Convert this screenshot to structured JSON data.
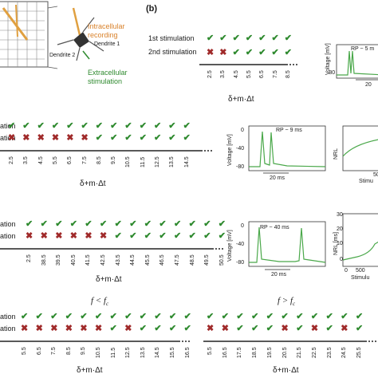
{
  "panel_b_label": "(b)",
  "schematic": {
    "intracellular": "Intracellular\nrecording",
    "dendrite1": "Dendrite 1",
    "dendrite2": "Dendrite 2",
    "extracellular": "Extracellular\nstimulation"
  },
  "rows_b": {
    "first": "1st stimulation",
    "second": "2nd stimulation"
  },
  "row_labels_cut": {
    "first": "ation",
    "second": "ation"
  },
  "f_less": "f < f",
  "f_less_sub": "c",
  "f_greater": "f > f",
  "f_greater_sub": "c",
  "axis_caption": "δ+m·Δt",
  "colors": {
    "check": "#2f8a2f",
    "cross": "#a02a2a",
    "trace": "#4aa84a",
    "orange": "#d9822b"
  },
  "check_rows": [
    {
      "id": "b",
      "ticks": [
        "2.5",
        "3.5",
        "4.5",
        "5.5",
        "6.5",
        "7.5",
        "8.5"
      ],
      "first": [
        1,
        1,
        1,
        1,
        1,
        1,
        1
      ],
      "second": [
        0,
        0,
        1,
        1,
        1,
        1,
        1
      ]
    },
    {
      "id": "c",
      "ticks": [
        "2.5",
        "3.5",
        "4.5",
        "5.5",
        "6.5",
        "7.5",
        "8.5",
        "9.5",
        "10.5",
        "11.5",
        "12.5",
        "13.5",
        "14.5"
      ],
      "first": [
        1,
        1,
        1,
        1,
        1,
        1,
        1,
        1,
        1,
        1,
        1,
        1,
        1
      ],
      "second": [
        0,
        0,
        0,
        0,
        0,
        0,
        1,
        1,
        1,
        1,
        1,
        1,
        1
      ]
    },
    {
      "id": "d",
      "ticks": [
        "2.5",
        "38.5",
        "39.5",
        "40.5",
        "41.5",
        "42.5",
        "43.5",
        "44.5",
        "45.5",
        "46.5",
        "47.5",
        "48.5",
        "49.5",
        "50.5"
      ],
      "first": [
        1,
        1,
        1,
        1,
        1,
        1,
        1,
        1,
        1,
        1,
        1,
        1,
        1,
        1
      ],
      "second": [
        0,
        0,
        0,
        0,
        0,
        0,
        1,
        1,
        1,
        1,
        1,
        1,
        1,
        1
      ]
    },
    {
      "id": "e_left",
      "ticks": [
        "5.5",
        "6.5",
        "7.5",
        "8.5",
        "9.5",
        "10.5",
        "11.5",
        "12.5",
        "13.5",
        "14.5",
        "15.5",
        "16.5"
      ],
      "first": [
        1,
        1,
        1,
        1,
        1,
        1,
        1,
        1,
        1,
        1,
        1,
        1
      ],
      "second": [
        0,
        0,
        0,
        0,
        0,
        0,
        1,
        0,
        1,
        1,
        1,
        1
      ]
    },
    {
      "id": "e_right",
      "ticks": [
        "5.5",
        "16.5",
        "17.5",
        "18.5",
        "19.5",
        "20.5",
        "21.5",
        "22.5",
        "23.5",
        "24.5",
        "25.5"
      ],
      "first": [
        1,
        1,
        1,
        1,
        1,
        1,
        1,
        1,
        1,
        1,
        1
      ],
      "second": [
        0,
        0,
        1,
        1,
        1,
        0,
        1,
        0,
        1,
        0,
        1
      ]
    }
  ],
  "traces": [
    {
      "id": "t1",
      "ylabel": "Voltage [mV]",
      "rp": "RP ~ 5 m",
      "yticks": [
        "-80"
      ],
      "scale": "20"
    },
    {
      "id": "t2",
      "ylabel": "Voltage [mV]",
      "rp": "RP ~ 9 ms",
      "yticks": [
        "0",
        "-40",
        "-80"
      ],
      "scale": "20 ms"
    },
    {
      "id": "t3",
      "ylabel": "Voltage [mV]",
      "rp": "RP ~ 40 ms",
      "yticks": [
        "0",
        "-40",
        "-80"
      ],
      "scale": "20 ms"
    }
  ],
  "nrl_plots": [
    {
      "id": "n1",
      "ylabel": "NRL",
      "xtick": "50",
      "xlabel": "Stimu"
    },
    {
      "id": "n2",
      "ylabel": "NRL [ms]",
      "yticks": [
        "30",
        "20",
        "10",
        "0"
      ],
      "xticks": [
        "0",
        "500"
      ],
      "xlabel": "Stimulu"
    }
  ]
}
